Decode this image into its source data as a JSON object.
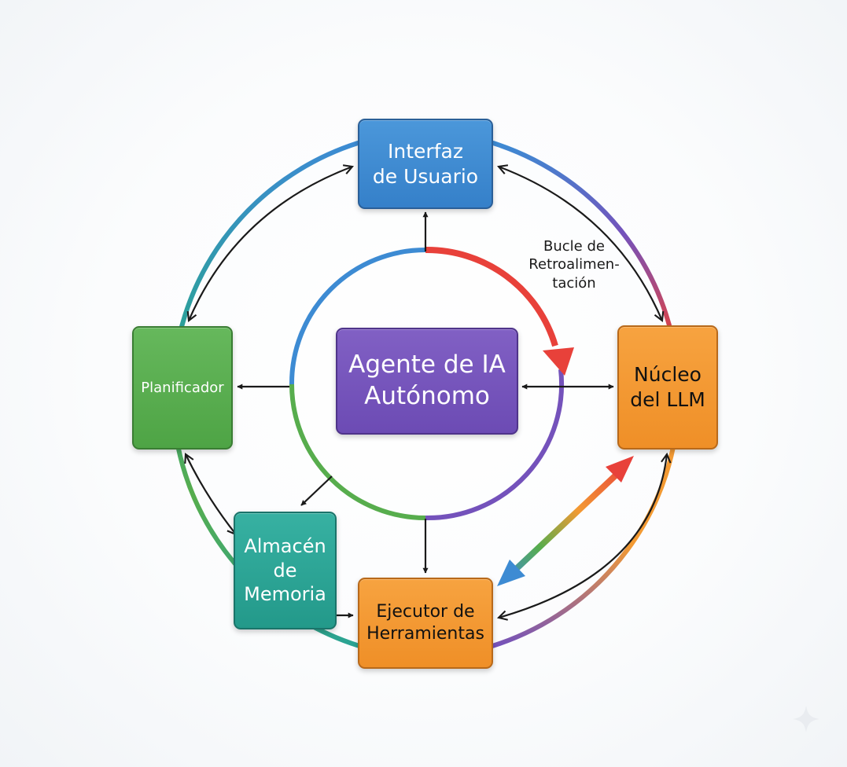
{
  "nodes": {
    "interfaz": "Interfaz\nde Usuario",
    "nucleo": "Núcleo\ndel LLM",
    "planificador": "Planificador",
    "almacen": "Almacén\nde\nMemoria",
    "ejecutor": "Ejecutor de\nHerramientas",
    "agente": "Agente de IA\nAutónomo"
  },
  "feedback_label": "Bucle de\nRetroalimen-\ntación",
  "colors": {
    "blue": "#3d8bd3",
    "green": "#57ad4d",
    "teal": "#2aa394",
    "orange": "#f39a33",
    "purple": "#7452bb",
    "red": "#e8413a",
    "arrow": "#1a1a1a"
  },
  "icons": {
    "corner": "sparkle-icon"
  }
}
